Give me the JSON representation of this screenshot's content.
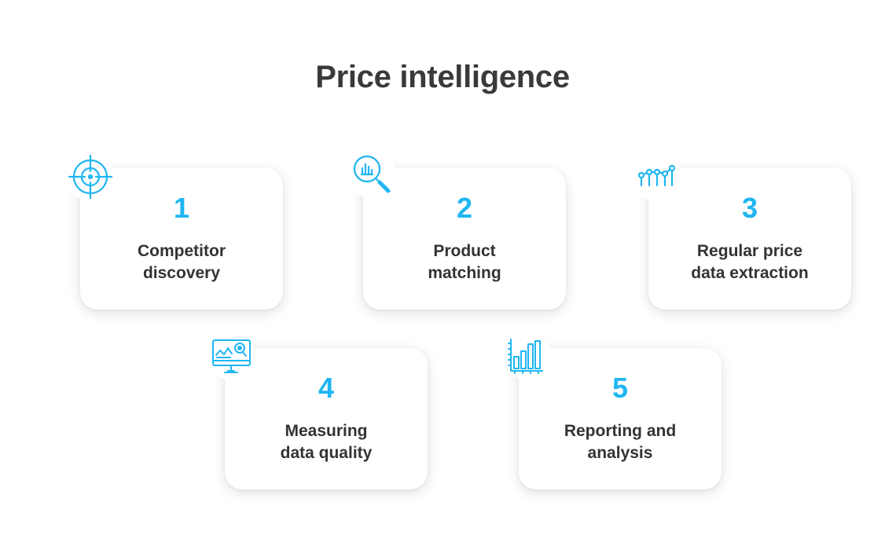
{
  "title": "Price intelligence",
  "accent_color": "#1fb6f2",
  "steps": [
    {
      "number": "1",
      "label_line1": "Competitor",
      "label_line2": "discovery",
      "icon": "crosshair-target-icon"
    },
    {
      "number": "2",
      "label_line1": "Product",
      "label_line2": "matching",
      "icon": "magnifier-chart-icon"
    },
    {
      "number": "3",
      "label_line1": "Regular price",
      "label_line2": "data extraction",
      "icon": "line-trend-icon"
    },
    {
      "number": "4",
      "label_line1": "Measuring",
      "label_line2": "data quality",
      "icon": "monitor-analytics-icon"
    },
    {
      "number": "5",
      "label_line1": "Reporting and",
      "label_line2": "analysis",
      "icon": "bar-chart-icon"
    }
  ]
}
